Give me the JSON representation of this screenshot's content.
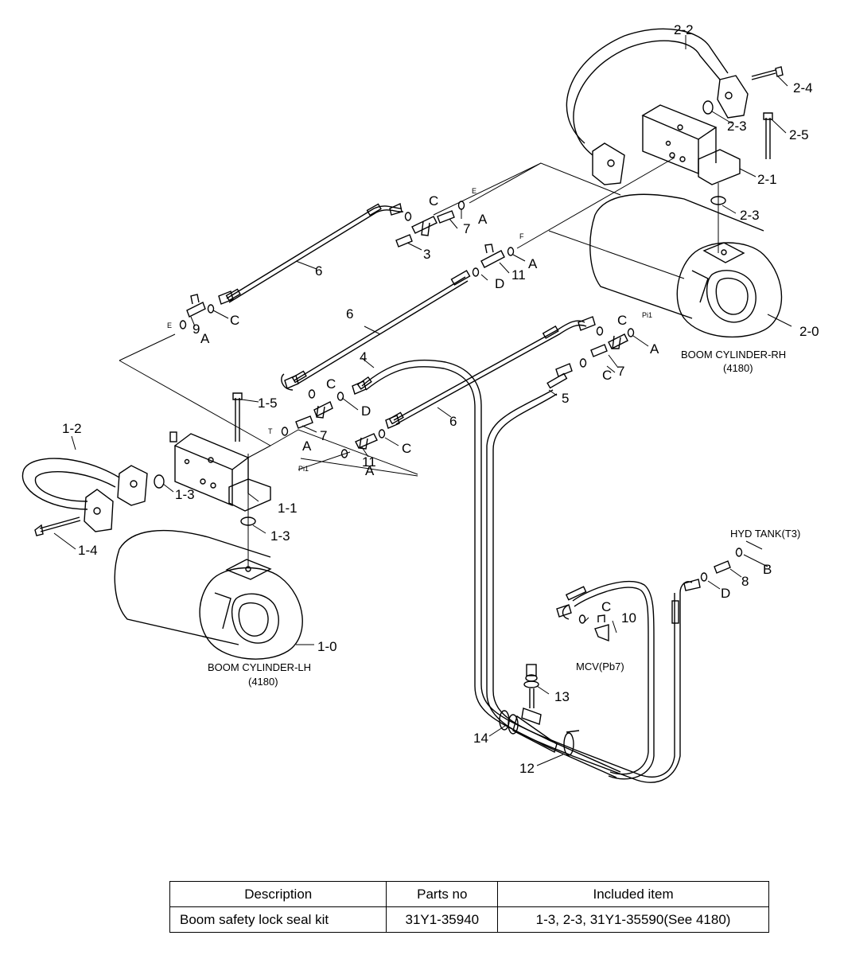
{
  "diagram": {
    "parts": {
      "p2_2": "2-2",
      "p2_4": "2-4",
      "p2_3a": "2-3",
      "p2_5": "2-5",
      "p2_1": "2-1",
      "p2_3b": "2-3",
      "p2_0": "2-0",
      "p1_5": "1-5",
      "p1_2": "1-2",
      "p1_3a": "1-3",
      "p1_1": "1-1",
      "p1_3b": "1-3",
      "p1_4": "1-4",
      "p1_0": "1-0",
      "n3": "3",
      "n4": "4",
      "n5": "5",
      "n6a": "6",
      "n6b": "6",
      "n6c": "6",
      "n7a": "7",
      "n7b": "7",
      "n7c": "7",
      "n8": "8",
      "n9": "9",
      "n10": "10",
      "n11a": "11",
      "n11b": "11",
      "n12": "12",
      "n13": "13",
      "n14": "14"
    },
    "seals": {
      "a1": "A",
      "a2": "A",
      "a3": "A",
      "a4": "A",
      "a5": "A",
      "a6": "A",
      "b1": "B",
      "c1": "C",
      "c2": "C",
      "c3": "C",
      "c4": "C",
      "c5": "C",
      "c6": "C",
      "c7": "C",
      "d1": "D",
      "d2": "D",
      "d3": "D"
    },
    "ports": {
      "e1": "E",
      "e2": "E",
      "f1": "F",
      "t1": "T",
      "pi1a": "Pi1",
      "pi1b": "Pi1"
    },
    "callouts": {
      "rh_name": "BOOM CYLINDER-RH",
      "rh_ref": "(4180)",
      "lh_name": "BOOM CYLINDER-LH",
      "lh_ref": "(4180)",
      "tank": "HYD TANK(T3)",
      "mcv": "MCV(Pb7)"
    }
  },
  "kit_table": {
    "headers": [
      "Description",
      "Parts no",
      "Included item"
    ],
    "rows": [
      {
        "description": "Boom safety lock seal kit",
        "parts_no": "31Y1-35940",
        "included": "1-3, 2-3, 31Y1-35590(See 4180)"
      }
    ]
  }
}
